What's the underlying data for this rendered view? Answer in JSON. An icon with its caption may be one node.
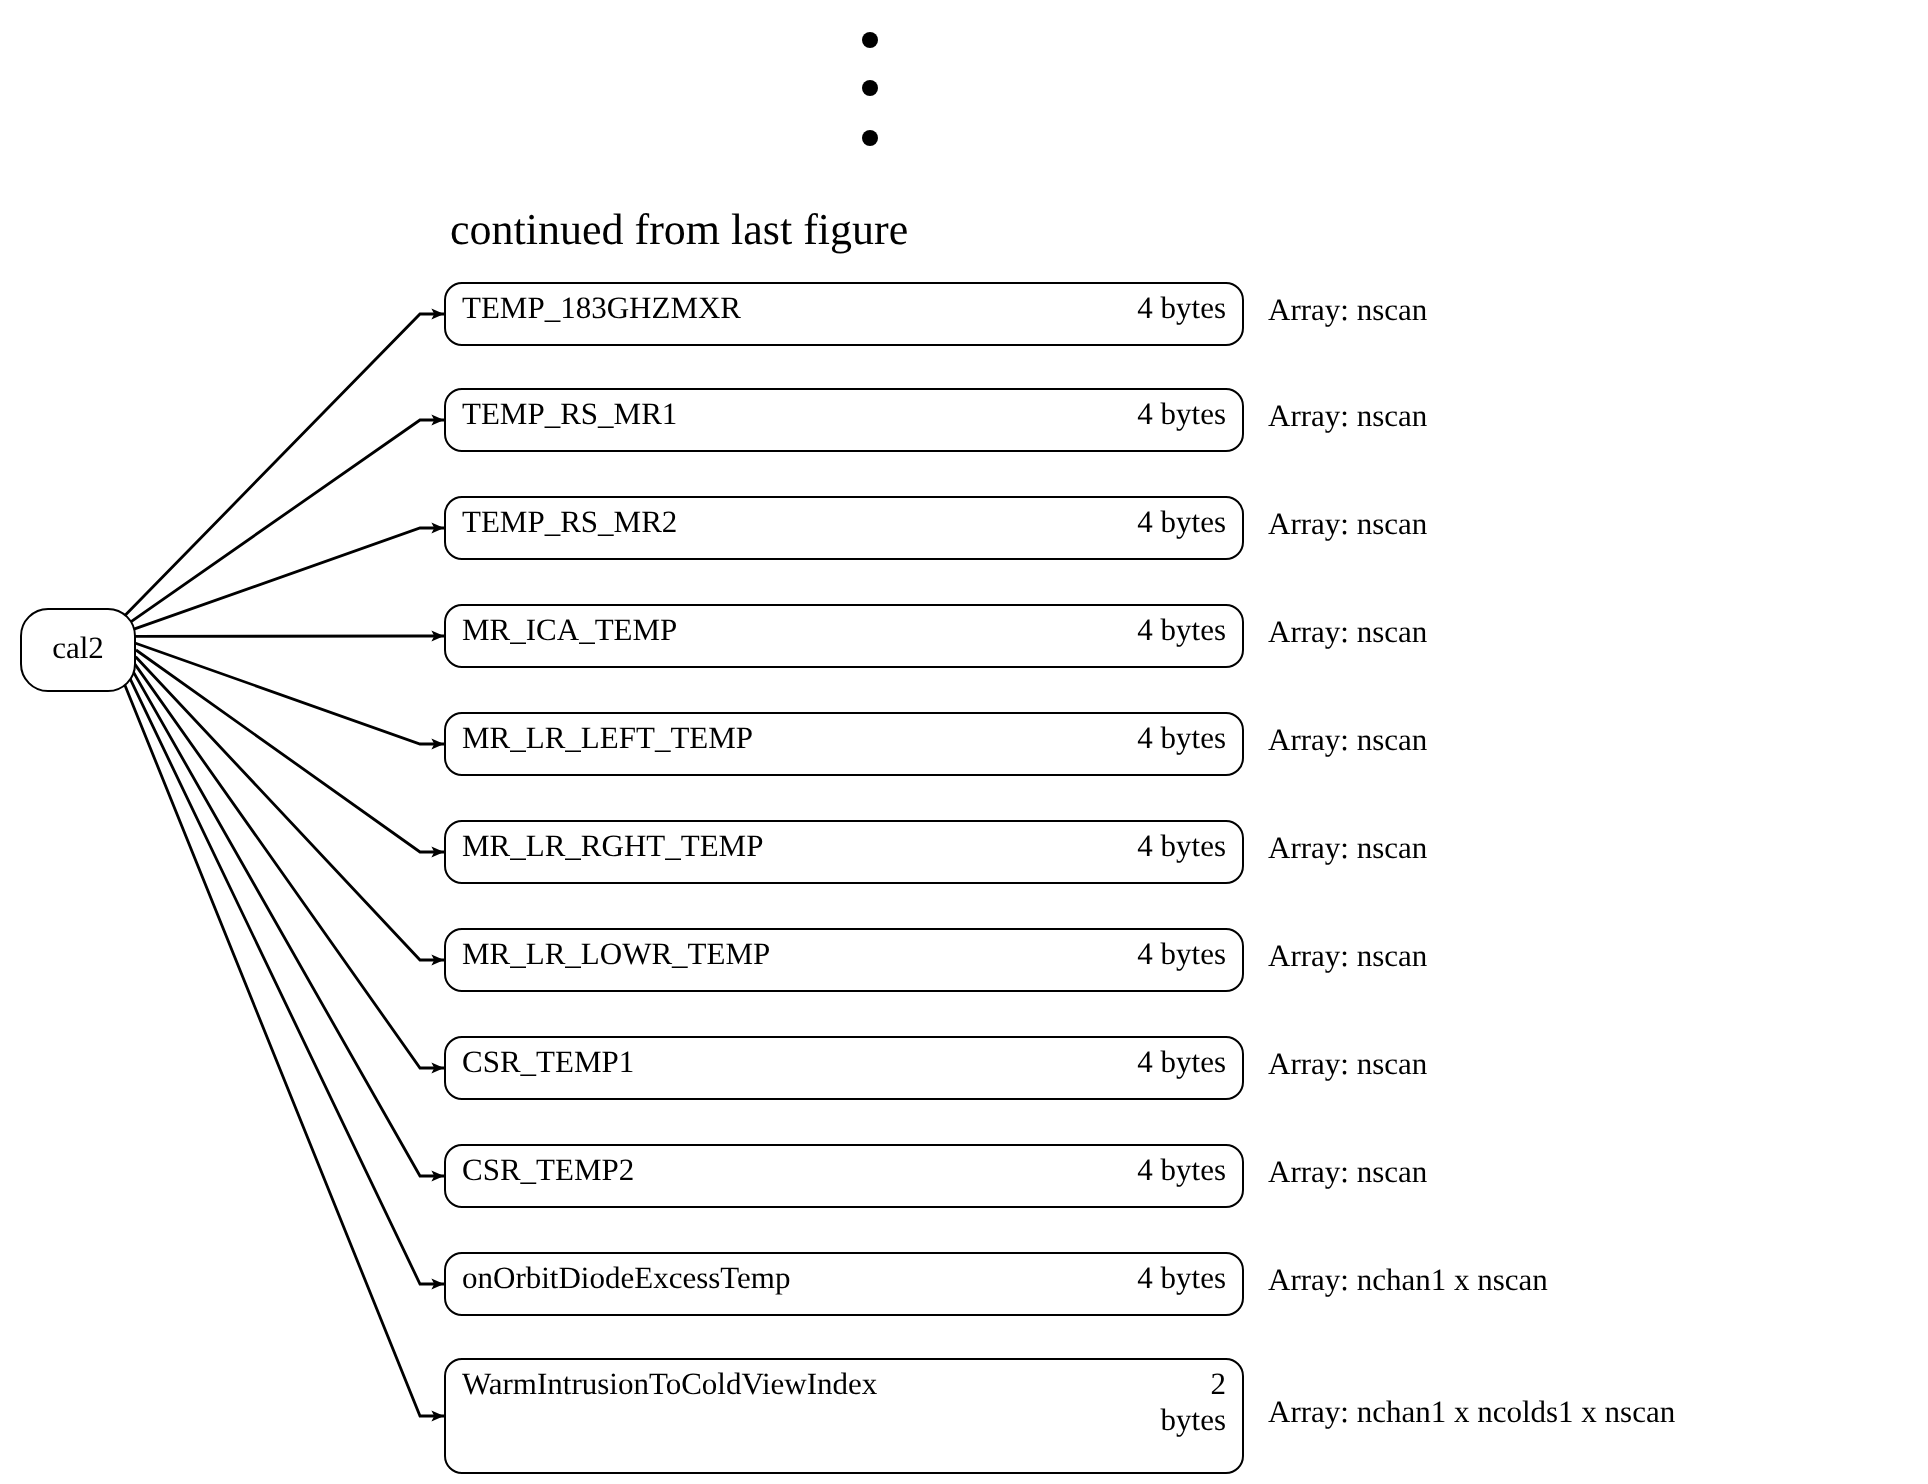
{
  "diagram": {
    "nodes": [
      {
        "text": [
          "cal2"
        ]
      },
      {
        "text": [
          "TEMP_183GHZMXR",
          "4 bytes"
        ],
        "beside": [
          "Array: nscan"
        ]
      },
      {
        "text": [
          "TEMP_RS_MR1",
          "4 bytes"
        ],
        "beside": [
          "Array: nscan"
        ]
      },
      {
        "text": [
          "TEMP_RS_MR2",
          "4 bytes"
        ],
        "beside": [
          "Array: nscan"
        ]
      },
      {
        "text": [
          "MR_ICA_TEMP",
          "4 bytes"
        ],
        "beside": [
          "Array: nscan"
        ]
      },
      {
        "text": [
          "MR_LR_LEFT_TEMP",
          "4 bytes"
        ],
        "beside": [
          "Array: nscan"
        ]
      },
      {
        "text": [
          "MR_LR_RGHT_TEMP",
          "4 bytes"
        ],
        "beside": [
          "Array: nscan"
        ]
      },
      {
        "text": [
          "MR_LR_LOWR_TEMP",
          "4 bytes"
        ],
        "beside": [
          "Array: nscan"
        ]
      },
      {
        "text": [
          "CSR_TEMP1",
          "4 bytes"
        ],
        "beside": [
          "Array: nscan"
        ]
      },
      {
        "text": [
          "CSR_TEMP2",
          "4 bytes"
        ],
        "beside": [
          "Array: nscan"
        ]
      },
      {
        "text": [
          "onOrbitDiodeExcessTemp",
          "4 bytes"
        ],
        "beside": [
          "Array: nchan1 x nscan"
        ]
      },
      {
        "text": [
          "WarmIntrusionToColdViewIndex",
          "2 bytes"
        ],
        "beside": [
          "Array: nchan1 x ncolds1 x nscan"
        ]
      }
    ],
    "edges": [
      {
        "from": 0,
        "to": 1,
        "arrow": "to"
      },
      {
        "from": 0,
        "to": 2,
        "arrow": "to"
      },
      {
        "from": 0,
        "to": 3,
        "arrow": "to"
      },
      {
        "from": 0,
        "to": 4,
        "arrow": "to"
      },
      {
        "from": 0,
        "to": 5,
        "arrow": "to"
      },
      {
        "from": 0,
        "to": 6,
        "arrow": "to"
      },
      {
        "from": 0,
        "to": 7,
        "arrow": "to"
      },
      {
        "from": 0,
        "to": 8,
        "arrow": "to"
      },
      {
        "from": 0,
        "to": 9,
        "arrow": "to"
      },
      {
        "from": 0,
        "to": 10,
        "arrow": "to"
      },
      {
        "from": 0,
        "to": 11,
        "arrow": "to"
      }
    ],
    "labels": [
      "continued from last figure"
    ]
  }
}
